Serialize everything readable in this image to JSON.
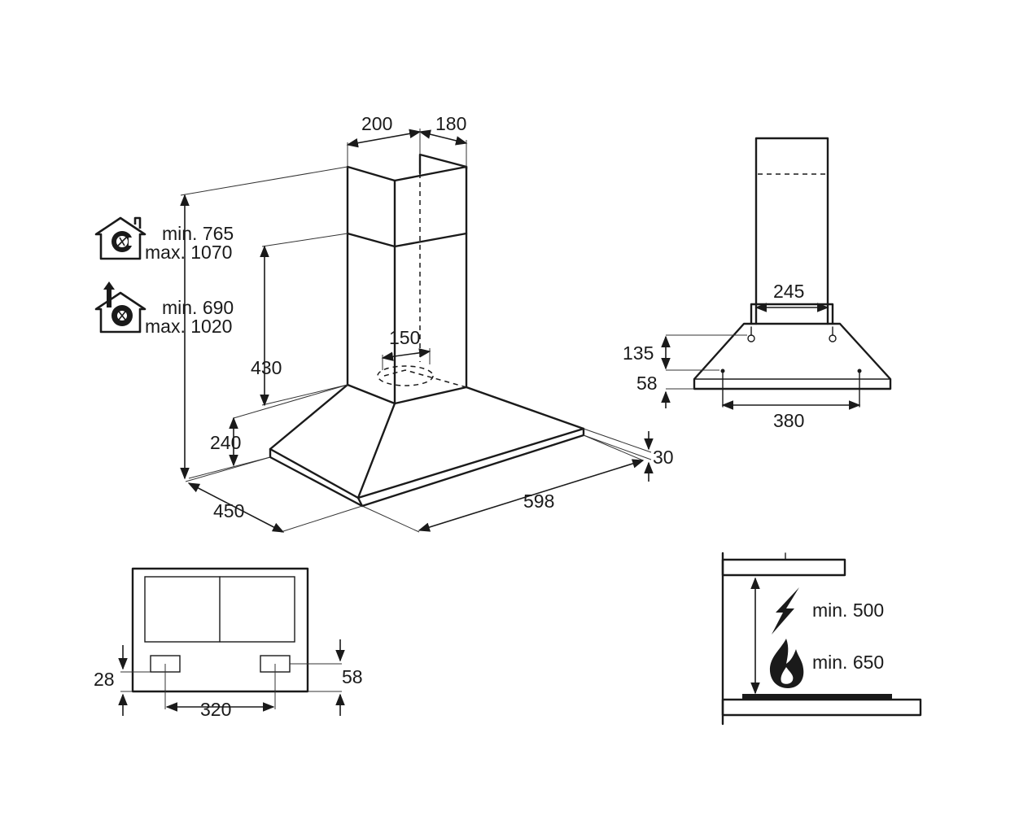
{
  "main_view": {
    "duct_width": "200",
    "duct_depth": "180",
    "duct_outlet": "150",
    "lower_duct_height": "430",
    "canopy_height": "240",
    "hood_depth": "450",
    "hood_width": "598",
    "front_edge": "30"
  },
  "height_specs": [
    {
      "icon": "recirculation-house-icon",
      "min": "min. 765",
      "max": "max. 1070"
    },
    {
      "icon": "extraction-house-icon",
      "min": "min. 690",
      "max": "max. 1020"
    }
  ],
  "side_view": {
    "bracket_width": "245",
    "hole_height": "135",
    "bottom_offset": "58",
    "hole_spacing": "380"
  },
  "bottom_view": {
    "left_offset": "28",
    "right_offset": "58",
    "light_spacing": "320"
  },
  "clearance": {
    "electric": "min. 500",
    "gas": "min. 650"
  }
}
